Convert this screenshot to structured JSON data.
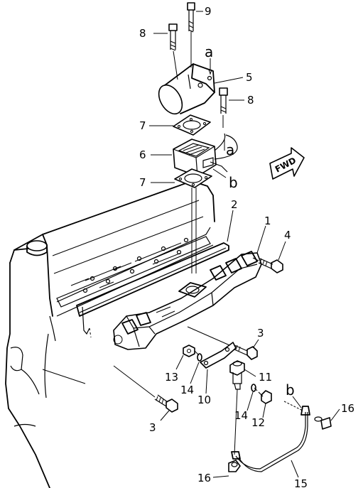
{
  "callouts": [
    {
      "id": "c9",
      "text": "9"
    },
    {
      "id": "c8a",
      "text": "8"
    },
    {
      "id": "ca1",
      "text": "a"
    },
    {
      "id": "c5",
      "text": "5"
    },
    {
      "id": "c8b",
      "text": "8"
    },
    {
      "id": "c7a",
      "text": "7"
    },
    {
      "id": "ca2",
      "text": "a"
    },
    {
      "id": "c6",
      "text": "6"
    },
    {
      "id": "cb1",
      "text": "b"
    },
    {
      "id": "c7b",
      "text": "7"
    },
    {
      "id": "c2",
      "text": "2"
    },
    {
      "id": "c1",
      "text": "1"
    },
    {
      "id": "c4",
      "text": "4"
    },
    {
      "id": "c3a",
      "text": "3"
    },
    {
      "id": "c13",
      "text": "13"
    },
    {
      "id": "c14a",
      "text": "14"
    },
    {
      "id": "c10",
      "text": "10"
    },
    {
      "id": "c11",
      "text": "11"
    },
    {
      "id": "cb2",
      "text": "b"
    },
    {
      "id": "c16a",
      "text": "16"
    },
    {
      "id": "c14b",
      "text": "14"
    },
    {
      "id": "c12",
      "text": "12"
    },
    {
      "id": "c3b",
      "text": "3"
    },
    {
      "id": "c16b",
      "text": "16"
    },
    {
      "id": "c15",
      "text": "15"
    }
  ],
  "fwd_label": "FWD"
}
